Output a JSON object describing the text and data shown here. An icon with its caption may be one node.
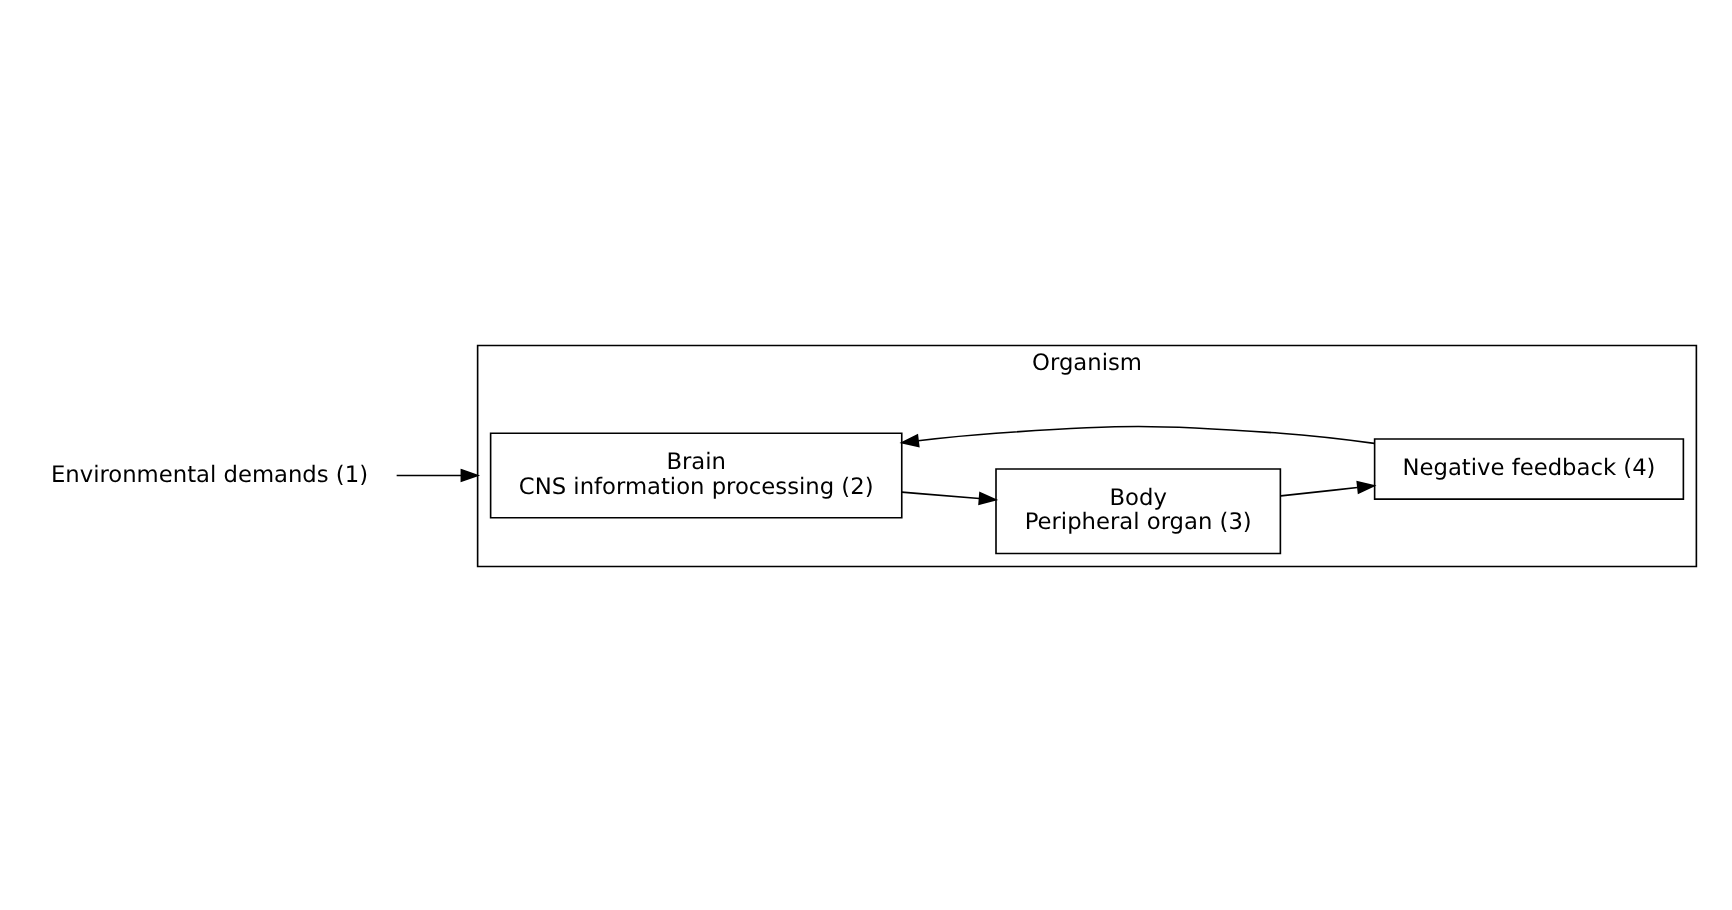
{
  "diagram": {
    "nodes": [
      {
        "text": [
          "Organism"
        ]
      },
      {
        "text": [
          "Environmental demands (1)"
        ]
      },
      {
        "text": [
          "Brain",
          "CNS information processing (2)"
        ],
        "in": 0
      },
      {
        "text": [
          "Body",
          "Peripheral organ (3)"
        ],
        "in": 0
      },
      {
        "text": [
          "Negative feedback (4)"
        ],
        "in": 0
      }
    ],
    "edges": [
      {
        "from": 1,
        "to": 0,
        "arrow": "to"
      },
      {
        "from": 2,
        "to": 3,
        "arrow": "to"
      },
      {
        "from": 3,
        "to": 4,
        "arrow": "to"
      },
      {
        "from": 4,
        "to": 2,
        "arrow": "to"
      }
    ]
  }
}
